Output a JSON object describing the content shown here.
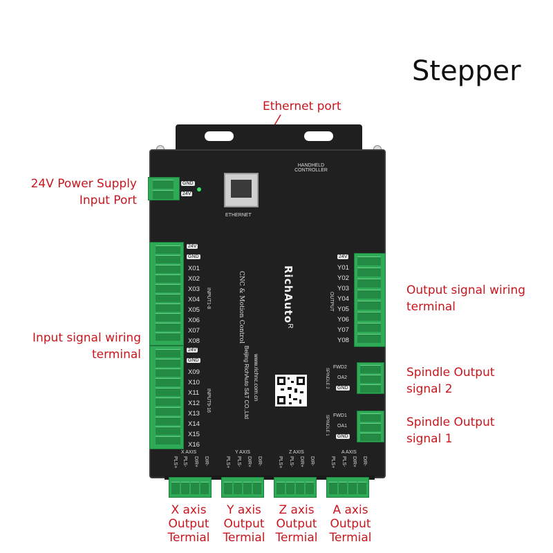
{
  "title": "Stepper",
  "callouts": {
    "ethernet_port": "Ethernet port",
    "power_supply": [
      "24V Power Supply",
      "Input Port"
    ],
    "input_signal": [
      "Input signal wiring",
      "terminal"
    ],
    "output_signal": [
      "Output signal wiring",
      "terminal"
    ],
    "spindle2": [
      "Spindle Output",
      "signal 2"
    ],
    "spindle1": [
      "Spindle Output",
      "signal 1"
    ],
    "axis_outputs": [
      [
        "X axis",
        "Output",
        "Termial"
      ],
      [
        "Y axis",
        "Output",
        "Termial"
      ],
      [
        "Z axis",
        "Output",
        "Termial"
      ],
      [
        "A axis",
        "Output",
        "Termial"
      ]
    ]
  },
  "device": {
    "brand": "RichAuto",
    "registered": "R",
    "subtitle": "CNC & Motion Control",
    "website": "www.richnc.com.cn",
    "company": "Beijing RichAuto S&T CO.,Ltd",
    "ethernet_label": "ETHERNET",
    "handheld_label": [
      "HANDHELD",
      "CONTROLLER"
    ],
    "power_tags": [
      "GND",
      "24V"
    ],
    "input_group1": {
      "tags": [
        "24V",
        "GND"
      ],
      "pins": [
        "X01",
        "X02",
        "X03",
        "X04",
        "X05",
        "X06",
        "X07",
        "X08"
      ],
      "label": "INPUT1-8"
    },
    "input_group2": {
      "tags": [
        "24V",
        "GND"
      ],
      "pins": [
        "X09",
        "X10",
        "X11",
        "X12",
        "X13",
        "X14",
        "X15",
        "X16"
      ],
      "label": "INPUT9-16"
    },
    "output_group": {
      "tag": "24V",
      "pins": [
        "Y01",
        "Y02",
        "Y03",
        "Y04",
        "Y05",
        "Y06",
        "Y07",
        "Y08"
      ],
      "label": "OUTPUT"
    },
    "spindle2": {
      "pins": [
        "FWD2",
        "OA2"
      ],
      "tag": "GND",
      "label": "SPINDLE 2"
    },
    "spindle1": {
      "pins": [
        "FWD1",
        "OA1"
      ],
      "tag": "GND",
      "label": "SPINDLE 1"
    },
    "axes": [
      {
        "name": "X AXIS",
        "pins": [
          "PLS+",
          "PLS-",
          "DIR+",
          "DIR-"
        ]
      },
      {
        "name": "Y AXIS",
        "pins": [
          "PLS+",
          "PLS-",
          "DIR+",
          "DIR-"
        ]
      },
      {
        "name": "Z AXIS",
        "pins": [
          "PLS+",
          "PLS-",
          "DIR+",
          "DIR-"
        ]
      },
      {
        "name": "A AXIS",
        "pins": [
          "PLS+",
          "PLS-",
          "DIR+",
          "DIR-"
        ]
      }
    ]
  },
  "colors": {
    "accent": "#c8161d",
    "terminal": "#2faa56",
    "body": "#202020"
  }
}
